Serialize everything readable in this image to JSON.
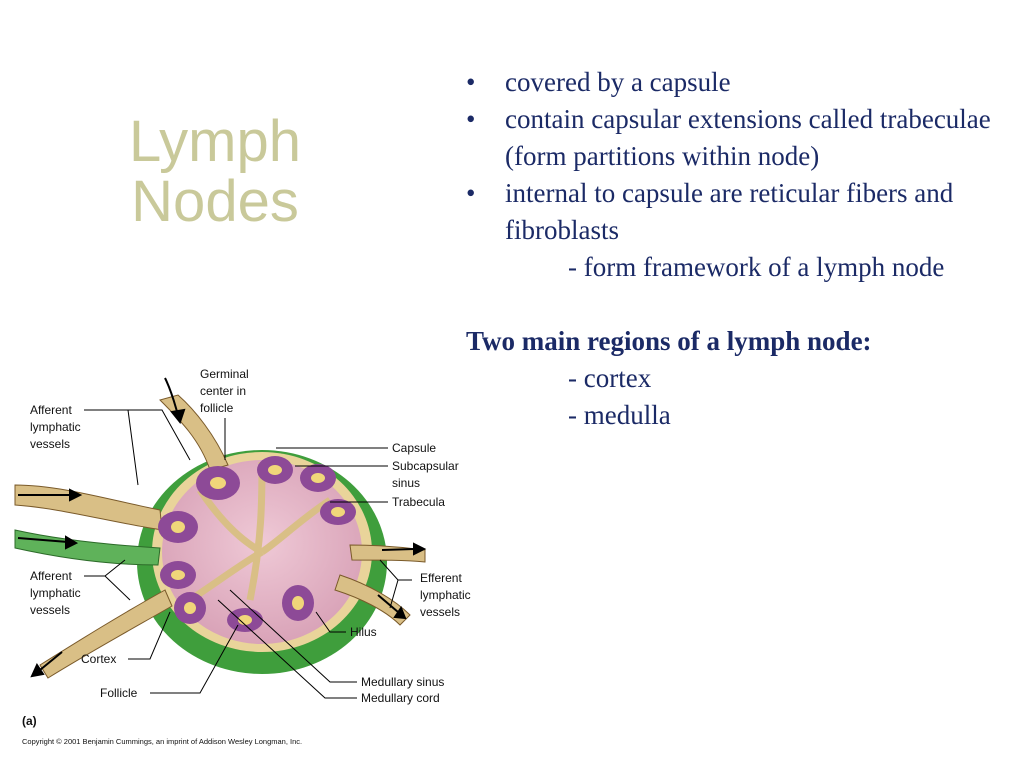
{
  "slide": {
    "title_line1": "Lymph",
    "title_line2": "Nodes",
    "bullets": [
      "covered by a capsule",
      "contain capsular extensions called trabeculae (form partitions within node)",
      "internal to capsule are reticular fibers and fibroblasts"
    ],
    "sub_note": "- form framework of a lymph node",
    "regions_heading": "Two main regions of a lymph node:",
    "regions": [
      "- cortex",
      "- medulla"
    ]
  },
  "figure": {
    "labels": {
      "afferent_top": [
        "Afferent",
        "lymphatic",
        "vessels"
      ],
      "germinal": [
        "Germinal",
        "center in",
        "follicle"
      ],
      "capsule": "Capsule",
      "subcapsular": [
        "Subcapsular",
        "sinus"
      ],
      "trabecula": "Trabecula",
      "afferent_bottom": [
        "Afferent",
        "lymphatic",
        "vessels"
      ],
      "efferent": [
        "Efferent",
        "lymphatic",
        "vessels"
      ],
      "hilus": "Hilus",
      "cortex": "Cortex",
      "follicle": "Follicle",
      "medullary_sinus": "Medullary sinus",
      "medullary_cord": "Medullary cord",
      "panel": "(a)"
    },
    "copyright": "Copyright © 2001 Benjamin Cummings, an imprint of Addison Wesley Longman, Inc."
  },
  "colors": {
    "title": "#c9c99a",
    "body_text": "#1b2a66",
    "capsule_green": "#3f9e3c",
    "node_pink": "#e6b8c8",
    "follicle_purple": "#8d4a97",
    "trabecula_tan": "#d9bf86"
  }
}
